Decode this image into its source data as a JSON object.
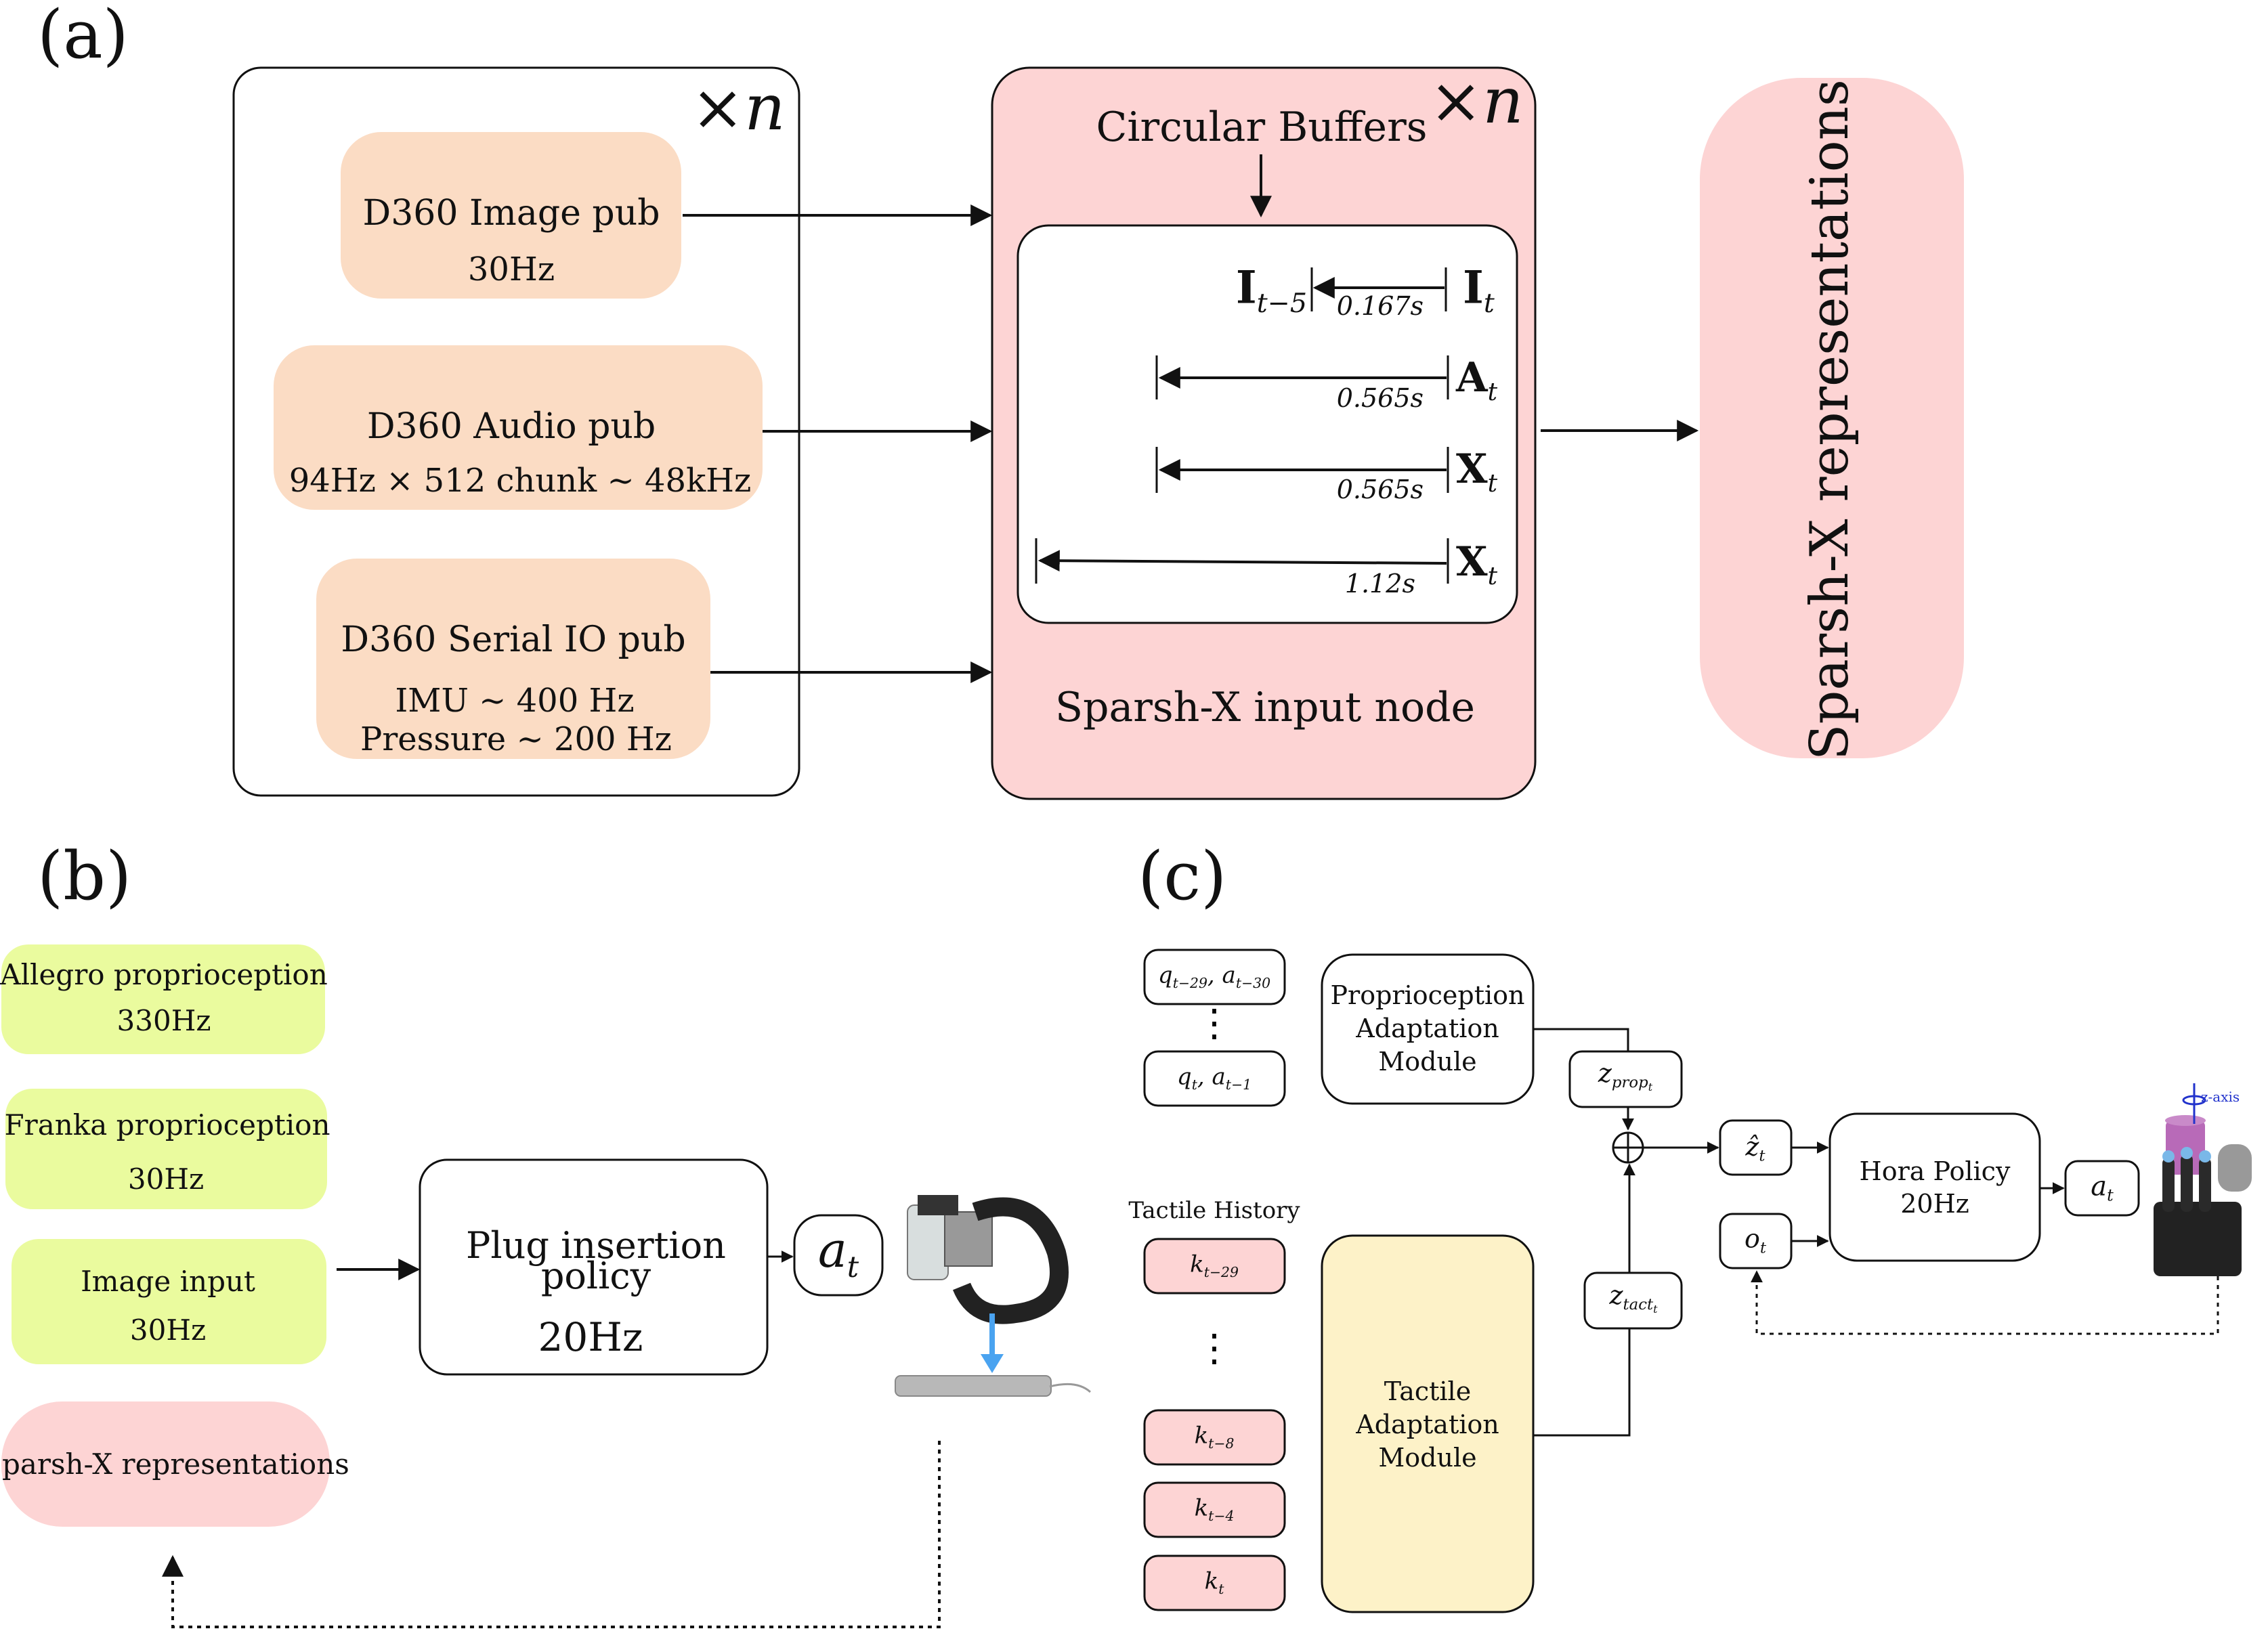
{
  "panel_a": {
    "label": "(a)",
    "times_n_left": "×n",
    "times_n_right": "×n",
    "sources": [
      {
        "name": "D360 Image pub",
        "rate": "30Hz"
      },
      {
        "name": "D360 Audio pub",
        "rate": "94Hz × 512 chunk ∼ 48kHz"
      },
      {
        "name": "D360 Serial IO pub",
        "rate": "IMU ∼ 400 Hz",
        "rate2": "Pressure ∼ 200 Hz"
      }
    ],
    "buffers_title": "Circular Buffers",
    "buffers": [
      {
        "left_sym": "I",
        "left_sub": "t−5",
        "right_sym": "I",
        "right_sub": "t",
        "duration": "0.167s"
      },
      {
        "right_sym": "A",
        "right_sub": "t",
        "duration": "0.565s"
      },
      {
        "right_sym": "X",
        "right_sub": "t",
        "duration": "0.565s"
      },
      {
        "right_sym": "X",
        "right_sub": "t",
        "duration": "1.12s"
      }
    ],
    "input_node_label": "Sparsh-X input node",
    "output_label": "Sparsh-X representations"
  },
  "panel_b": {
    "label": "(b)",
    "inputs": [
      {
        "name": "Allegro proprioception",
        "rate": "330Hz"
      },
      {
        "name": "Franka proprioception",
        "rate": "30Hz"
      },
      {
        "name": "Image input",
        "rate": "30Hz"
      }
    ],
    "sparsh": "Sparsh-X representations",
    "policy_line1": "Plug insertion",
    "policy_line2": "policy",
    "policy_rate": "20Hz",
    "action_sym": "a",
    "action_sub": "t"
  },
  "panel_c": {
    "label": "(c)",
    "prop_history": [
      {
        "q": "q",
        "q_sub": "t−29",
        "a": "a",
        "a_sub": "t−30"
      },
      {
        "q": "q",
        "q_sub": "t",
        "a": "a",
        "a_sub": "t−1"
      }
    ],
    "prop_module": [
      "Proprioception",
      "Adaptation",
      "Module"
    ],
    "z_prop": {
      "sym": "z",
      "sub": "prop",
      "subsub": "t"
    },
    "tactile_title": "Tactile History",
    "tactile_history": [
      {
        "sym": "k",
        "sub": "t−29"
      },
      {
        "sym": "k",
        "sub": "t−8"
      },
      {
        "sym": "k",
        "sub": "t−4"
      },
      {
        "sym": "k",
        "sub": "t"
      }
    ],
    "tactile_module": [
      "Tactile",
      "Adaptation",
      "Module"
    ],
    "z_tact": {
      "sym": "z",
      "sub": "tact",
      "subsub": "t"
    },
    "z_hat": {
      "sym": "ẑ",
      "sub": "t"
    },
    "o": {
      "sym": "o",
      "sub": "t"
    },
    "policy": "Hora Policy",
    "policy_rate": "20Hz",
    "action": {
      "sym": "a",
      "sub": "t"
    },
    "z_axis": "z-axis"
  },
  "colors": {
    "peach": "#fbdcc4",
    "pink": "#fdd4d4",
    "green": "#eafb9e",
    "yellow": "#fdf2c8",
    "arrow_blue": "#4aa3f0"
  }
}
